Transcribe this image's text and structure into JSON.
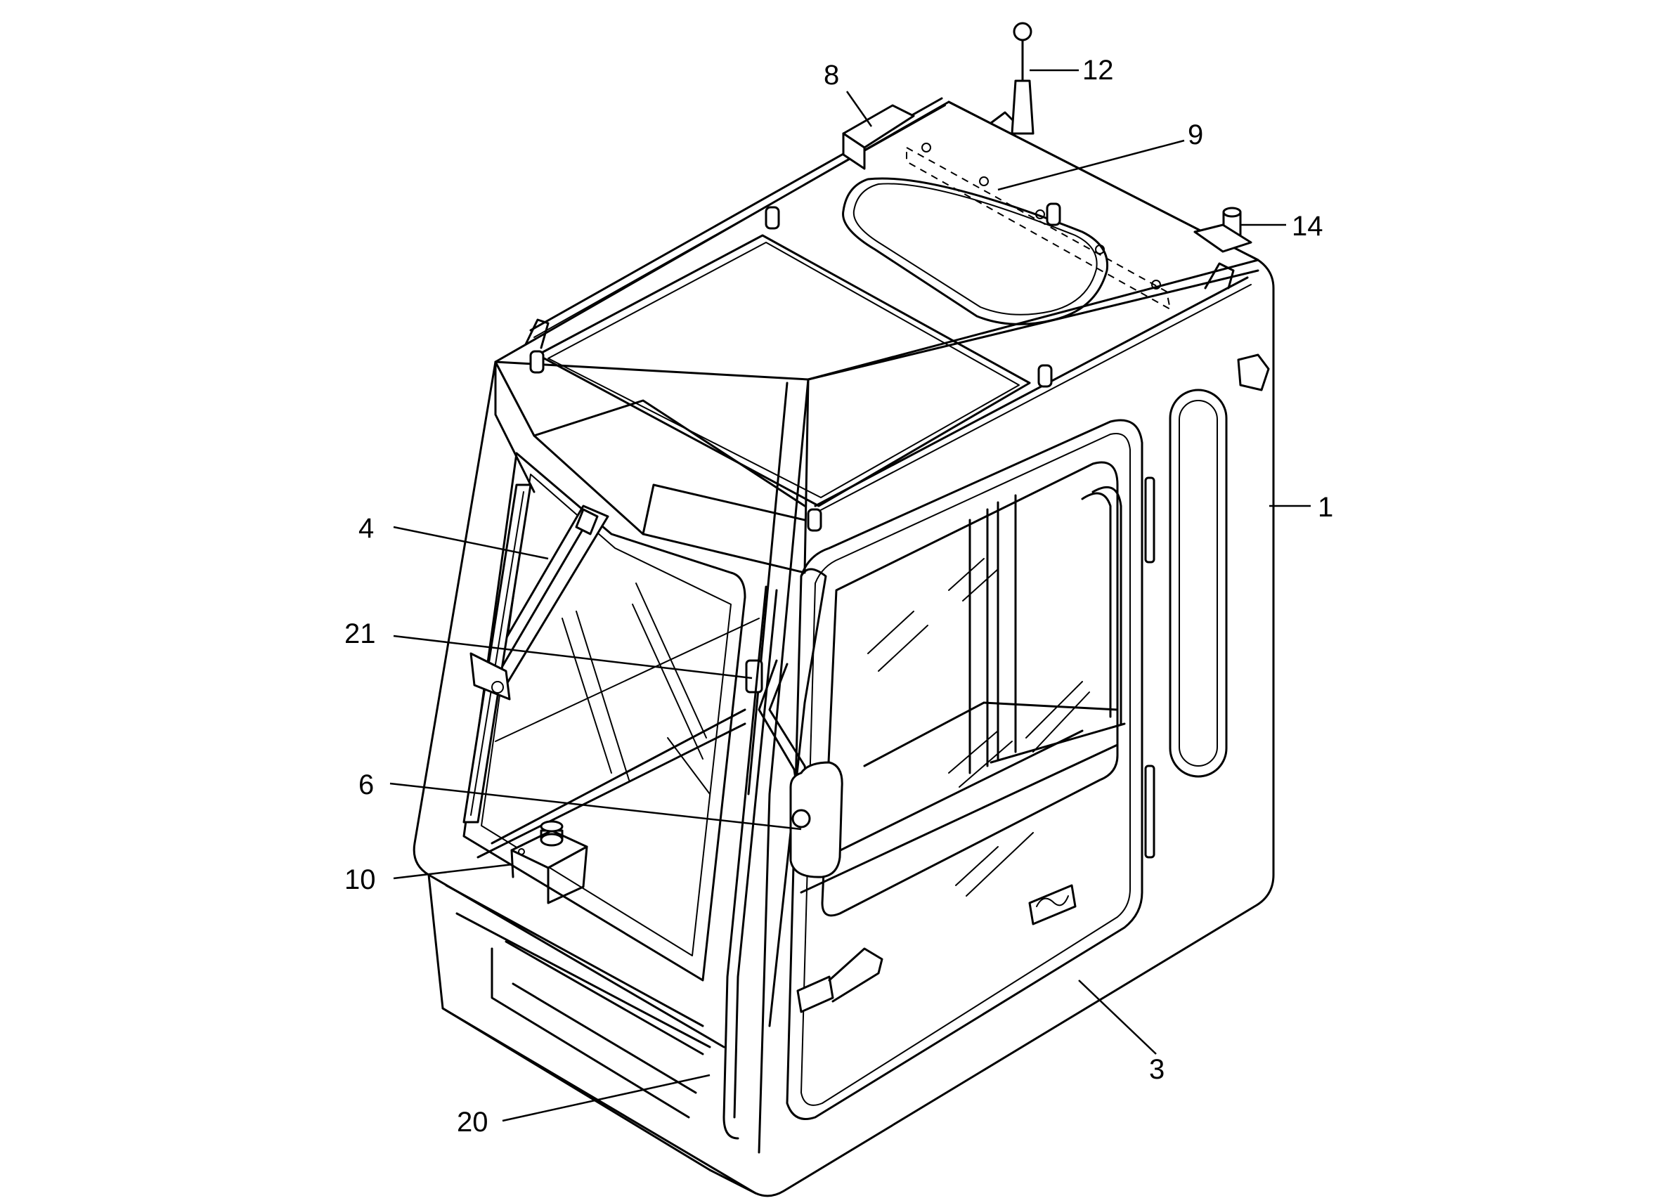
{
  "diagram": {
    "callouts": [
      {
        "id": "c1",
        "label": "1"
      },
      {
        "id": "c3",
        "label": "3"
      },
      {
        "id": "c4",
        "label": "4"
      },
      {
        "id": "c6",
        "label": "6"
      },
      {
        "id": "c8",
        "label": "8"
      },
      {
        "id": "c9",
        "label": "9"
      },
      {
        "id": "c10",
        "label": "10"
      },
      {
        "id": "c12",
        "label": "12"
      },
      {
        "id": "c14",
        "label": "14"
      },
      {
        "id": "c20",
        "label": "20"
      },
      {
        "id": "c21",
        "label": "21"
      }
    ]
  }
}
